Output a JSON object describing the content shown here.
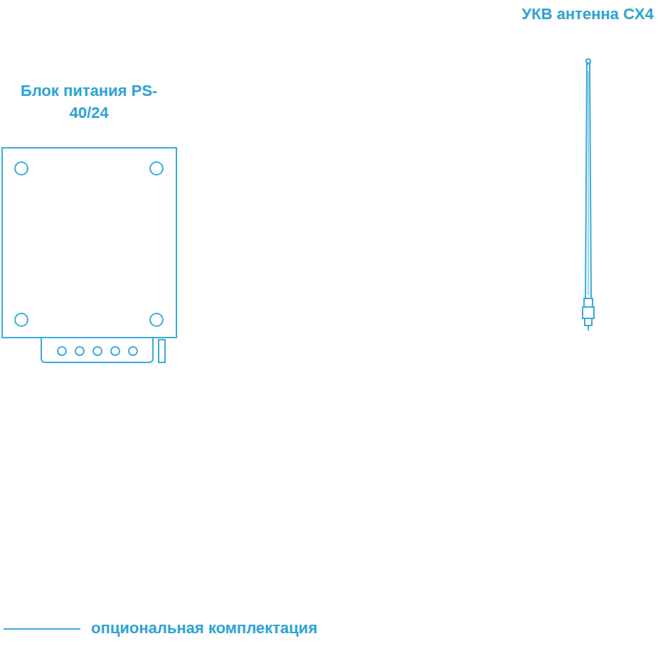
{
  "diagram": {
    "nodes": [
      {
        "text": [
          "Блок питания PS-40/24"
        ]
      },
      {
        "text": [
          "УКВ антенна CX4"
        ]
      }
    ],
    "legend": [
      {
        "text": "опциональная комплектация"
      }
    ]
  }
}
